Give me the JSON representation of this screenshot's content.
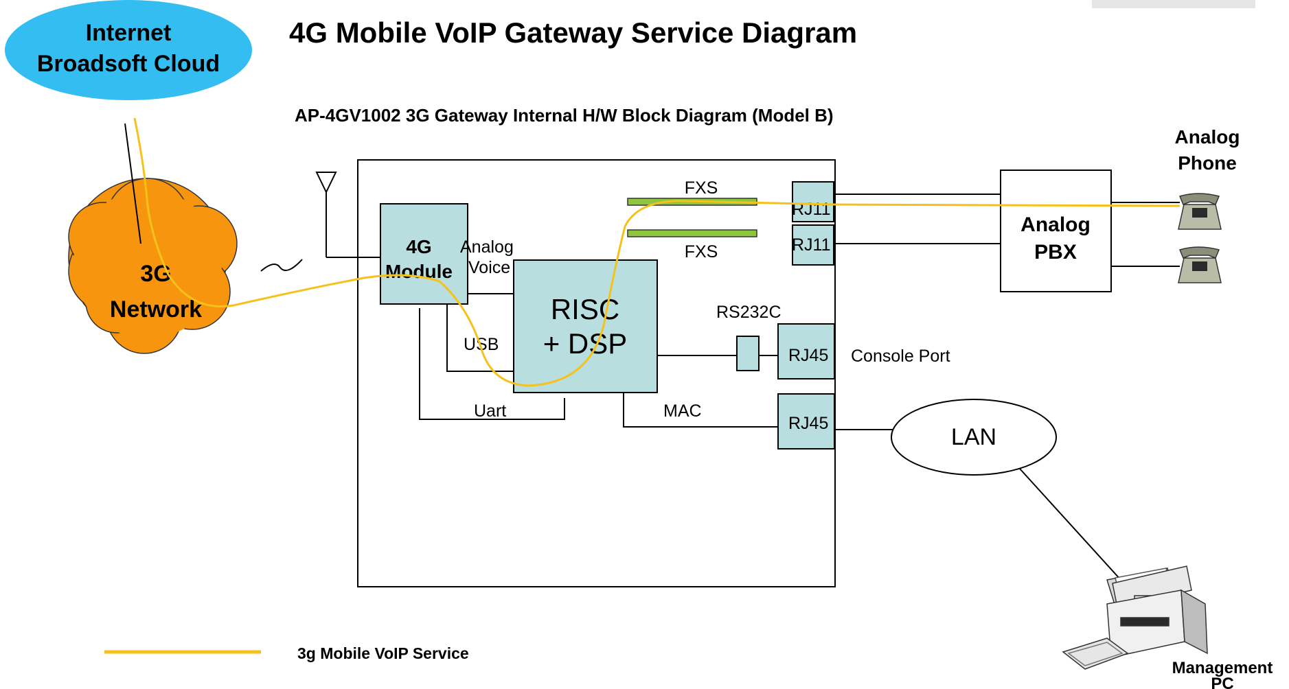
{
  "title": "4G Mobile VoIP  Gateway Service Diagram",
  "subtitle": "AP-4GV1002 3G Gateway Internal H/W Block Diagram (Model B)",
  "internet_cloud": {
    "line1": "Internet",
    "line2": "Broadsoft Cloud"
  },
  "network_cloud": {
    "line1": "3G",
    "line2": "Network"
  },
  "module": {
    "line1": "4G",
    "line2": "Module"
  },
  "analog_voice": {
    "line1": "Analog",
    "line2": "Voice"
  },
  "cpu": {
    "line1": "RISC",
    "line2": "+ DSP"
  },
  "labels": {
    "fxs_top": "FXS",
    "fxs_bottom": "FXS",
    "usb": "USB",
    "uart": "Uart",
    "mac": "MAC",
    "rs232c": "RS232C",
    "console_port": "Console Port"
  },
  "ports": {
    "rj11_1": "RJ11",
    "rj11_2": "RJ11",
    "rj45_console": "RJ45",
    "rj45_lan": "RJ45"
  },
  "pbx": {
    "line1": "Analog",
    "line2": "PBX"
  },
  "phone": {
    "line1": "Analog",
    "line2": "Phone"
  },
  "lan": "LAN",
  "pc": {
    "line1": "Management",
    "line2": "PC"
  },
  "legend": {
    "label": "3g Mobile VoIP Service",
    "color": "#f5c21b"
  },
  "colors": {
    "internet_cloud": "#33bdf0",
    "network_cloud": "#f7950f",
    "block_fill": "#b8dee0",
    "fxs_bar": "#8ec63f",
    "voip_path": "#f5c21b"
  }
}
